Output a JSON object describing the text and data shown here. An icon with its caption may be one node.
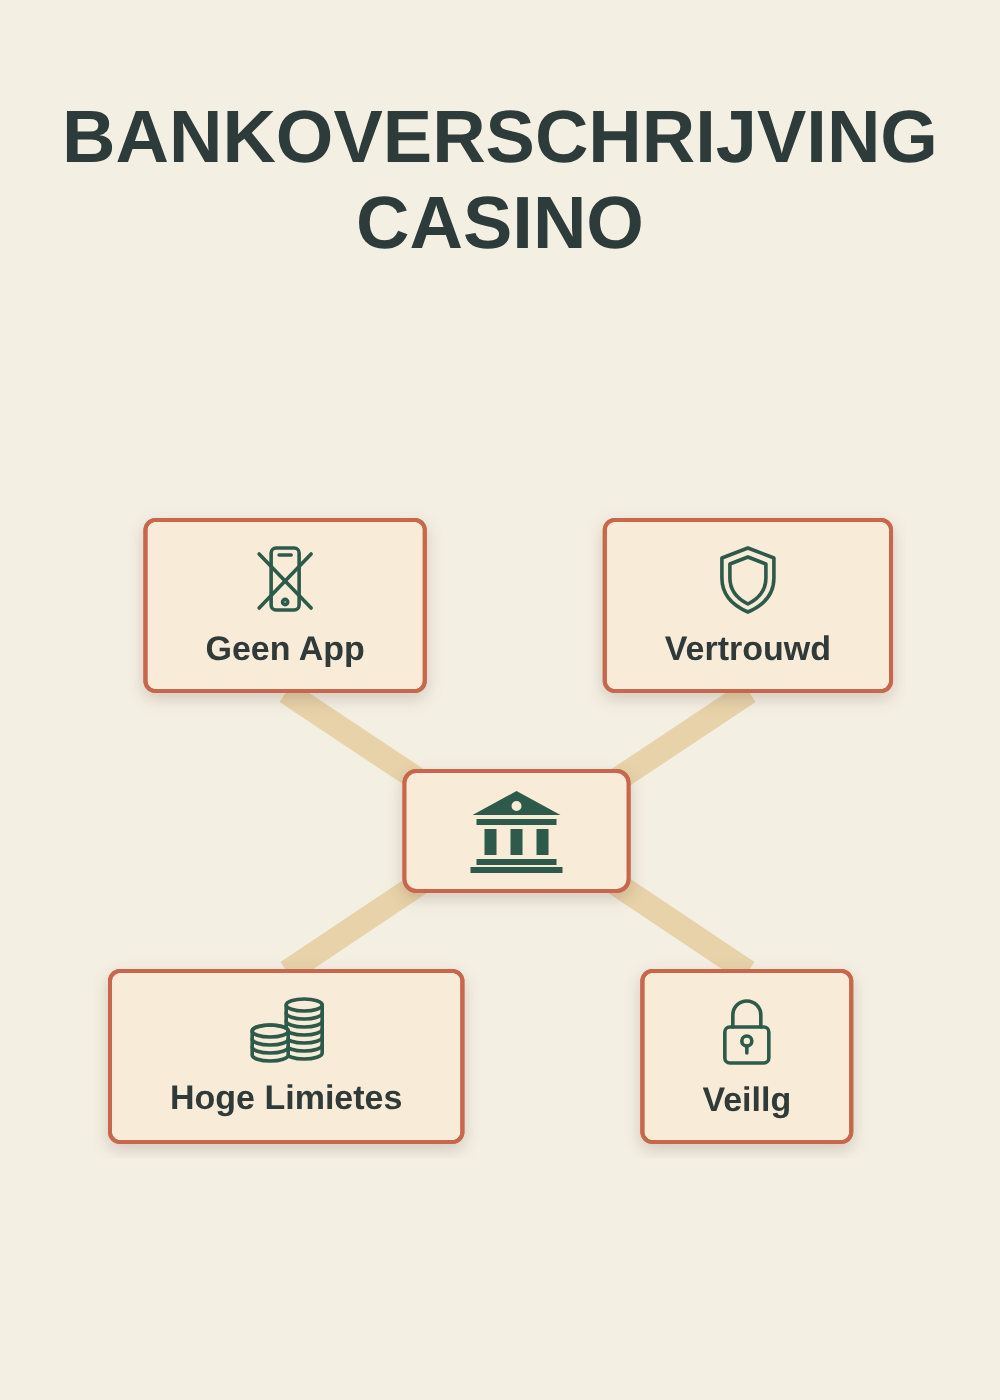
{
  "diagram": {
    "title": "BANKOVERSCHRIJVING CASINO",
    "nodes": [
      {
        "text": [
          "Geen App"
        ]
      },
      {
        "text": [
          "Vertrouwd"
        ]
      },
      {
        "text": [],
        "shape": "picture"
      },
      {
        "text": [
          "Hoge Limietes"
        ]
      },
      {
        "text": [
          "Veillg"
        ]
      }
    ],
    "edges": [
      {
        "from": 0,
        "to": 2,
        "arrow": "none"
      },
      {
        "from": 1,
        "to": 2,
        "arrow": "none"
      },
      {
        "from": 2,
        "to": 3,
        "arrow": "none"
      },
      {
        "from": 2,
        "to": 4,
        "arrow": "none"
      }
    ]
  }
}
